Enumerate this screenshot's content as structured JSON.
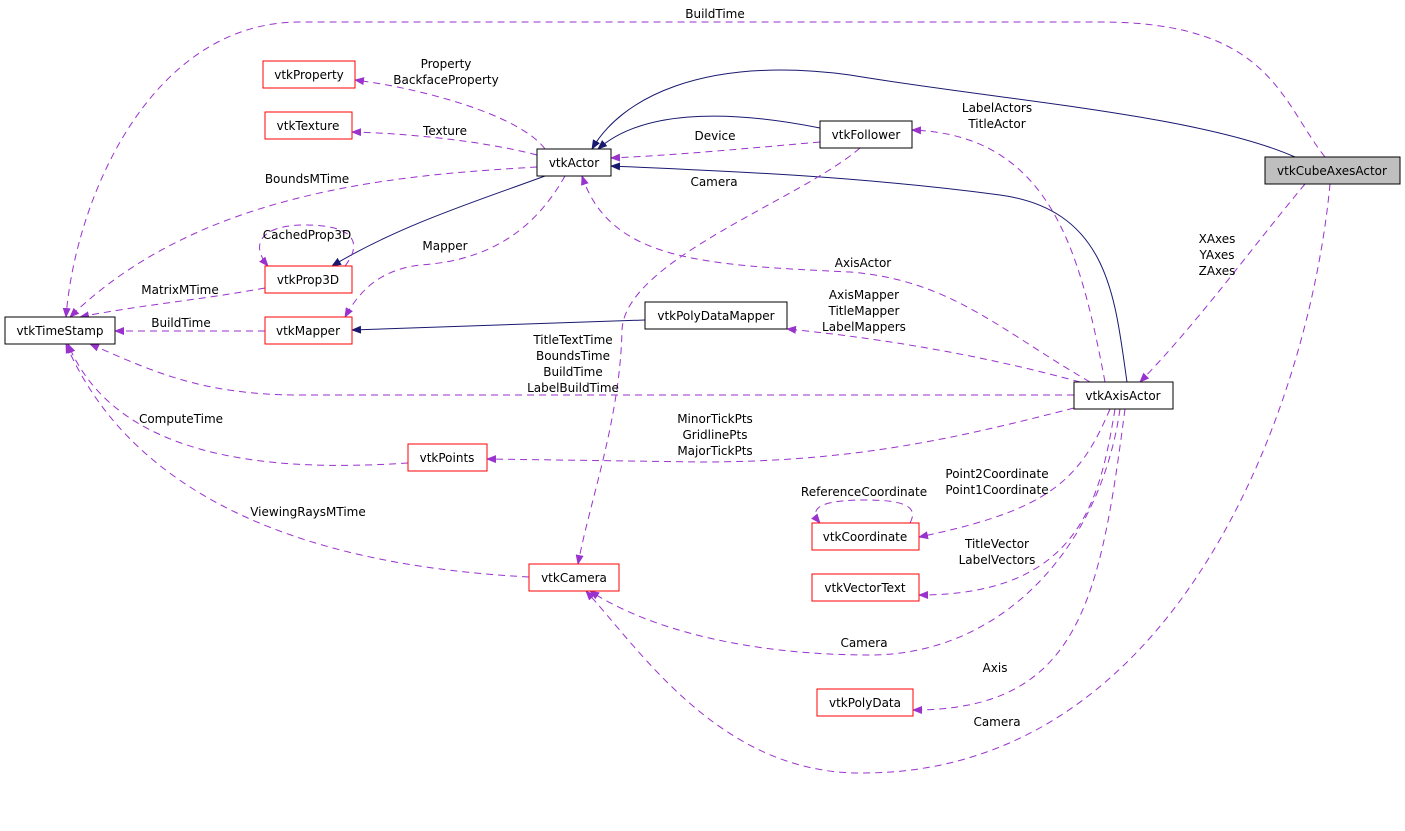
{
  "colors": {
    "inheritance": "#191970",
    "usage": "#9a32cd",
    "undocumented_border": "#ff0000",
    "selected_fill": "#bfbfbf"
  },
  "nodes": {
    "cube": "vtkCubeAxesActor",
    "actor": "vtkActor",
    "follower": "vtkFollower",
    "property": "vtkProperty",
    "texture": "vtkTexture",
    "prop3d": "vtkProp3D",
    "mapper": "vtkMapper",
    "timestamp": "vtkTimeStamp",
    "polydatamapper": "vtkPolyDataMapper",
    "axisactor": "vtkAxisActor",
    "points": "vtkPoints",
    "coordinate": "vtkCoordinate",
    "camera": "vtkCamera",
    "vectortext": "vtkVectorText",
    "polydata": "vtkPolyData"
  },
  "edge_labels": {
    "cube_buildtime": "BuildTime",
    "property": [
      "Property",
      "BackfaceProperty"
    ],
    "texture": "Texture",
    "device": "Device",
    "follower_camera": "Camera",
    "boundsmtime": "BoundsMTime",
    "cachedprop3d": "CachedProp3D",
    "mapper": "Mapper",
    "matrixmtime": "MatrixMTime",
    "mapper_buildtime": "BuildTime",
    "axisactor": "AxisActor",
    "mappers": [
      "AxisMapper",
      "TitleMapper",
      "LabelMappers"
    ],
    "times": [
      "TitleTextTime",
      "BoundsTime",
      "BuildTime",
      "LabelBuildTime"
    ],
    "pts": [
      "MinorTickPts",
      "GridlinePts",
      "MajorTickPts"
    ],
    "computetime": "ComputeTime",
    "coords": [
      "Point2Coordinate",
      "Point1Coordinate"
    ],
    "refcoord": "ReferenceCoordinate",
    "viewingrays": "ViewingRaysMTime",
    "vectors": [
      "TitleVector",
      "LabelVectors"
    ],
    "axis_camera": "Camera",
    "axis": "Axis",
    "axes": [
      "XAxes",
      "YAxes",
      "ZAxes"
    ],
    "cube_camera": "Camera",
    "actors": [
      "LabelActors",
      "TitleActor"
    ]
  }
}
